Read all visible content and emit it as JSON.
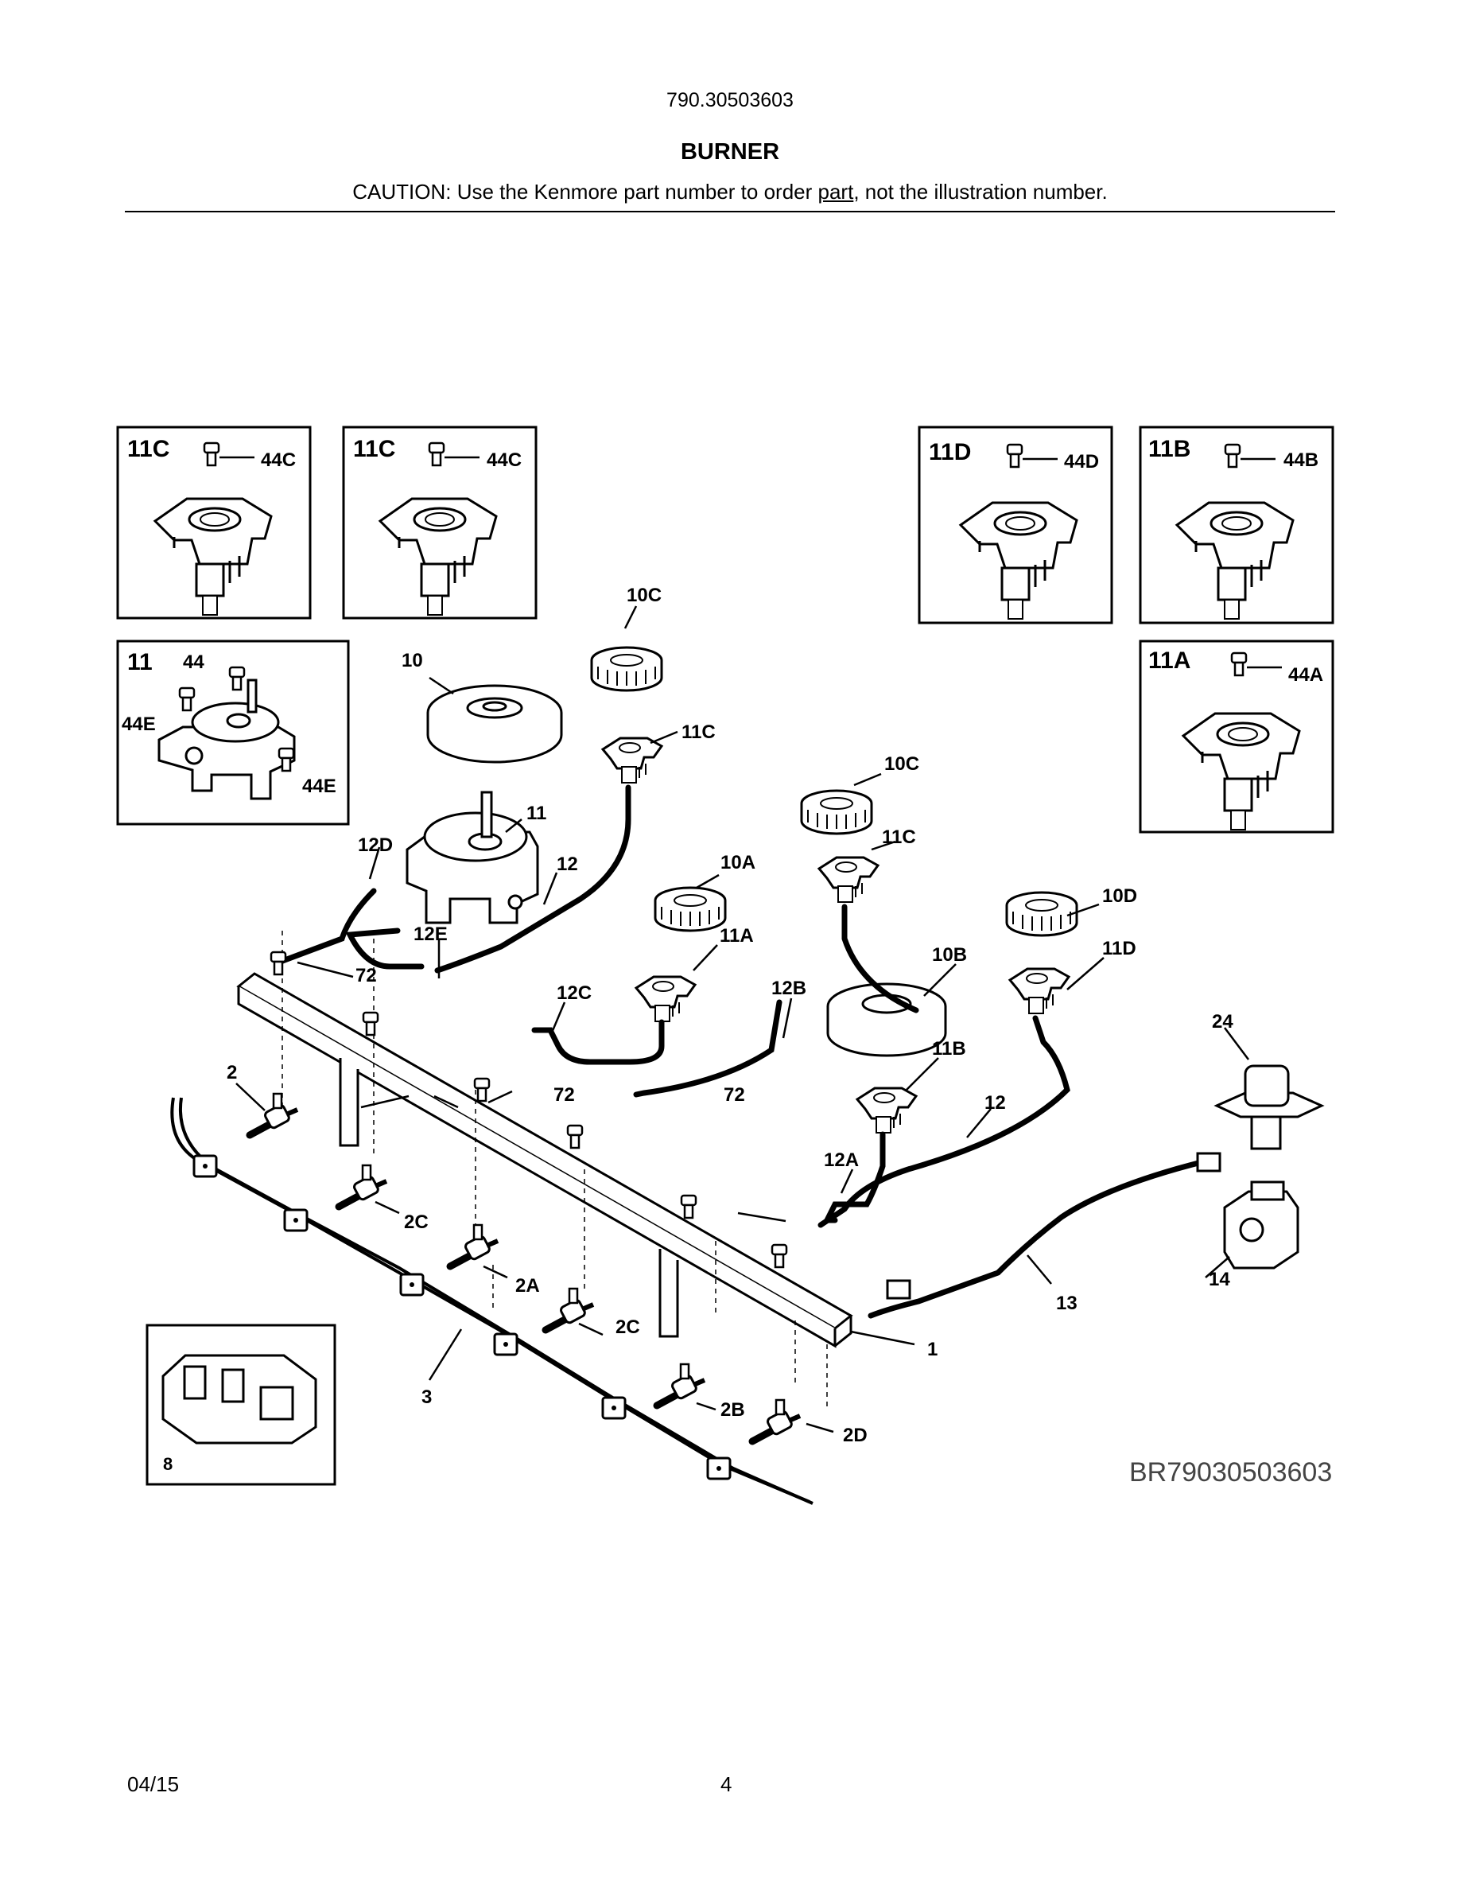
{
  "header": {
    "model": "790.30503603",
    "title": "BURNER",
    "caution_before": "CAUTION: Use the Kenmore part number to order ",
    "caution_link": "part",
    "caution_after": ", not the illustration number."
  },
  "inset_boxes": [
    {
      "part": "11C",
      "screw": "44C"
    },
    {
      "part": "11C",
      "screw": "44C"
    },
    {
      "part": "11D",
      "screw": "44D"
    },
    {
      "part": "11B",
      "screw": "44B"
    },
    {
      "part": "11",
      "screws": [
        "44",
        "44E",
        "44E"
      ]
    },
    {
      "part": "11A",
      "screw": "44A"
    },
    {
      "part": "8"
    }
  ],
  "callouts": [
    "10C",
    "10",
    "11C",
    "11",
    "12D",
    "12",
    "10C",
    "11C",
    "10A",
    "12E",
    "11A",
    "72",
    "72",
    "72",
    "12C",
    "12B",
    "10B",
    "10D",
    "11D",
    "11B",
    "12",
    "24",
    "12A",
    "2",
    "2C",
    "2A",
    "2C",
    "13",
    "14",
    "1",
    "3",
    "2B",
    "2D"
  ],
  "drawing_code": "BR79030503603",
  "footer": {
    "date": "04/15",
    "page": "4"
  }
}
